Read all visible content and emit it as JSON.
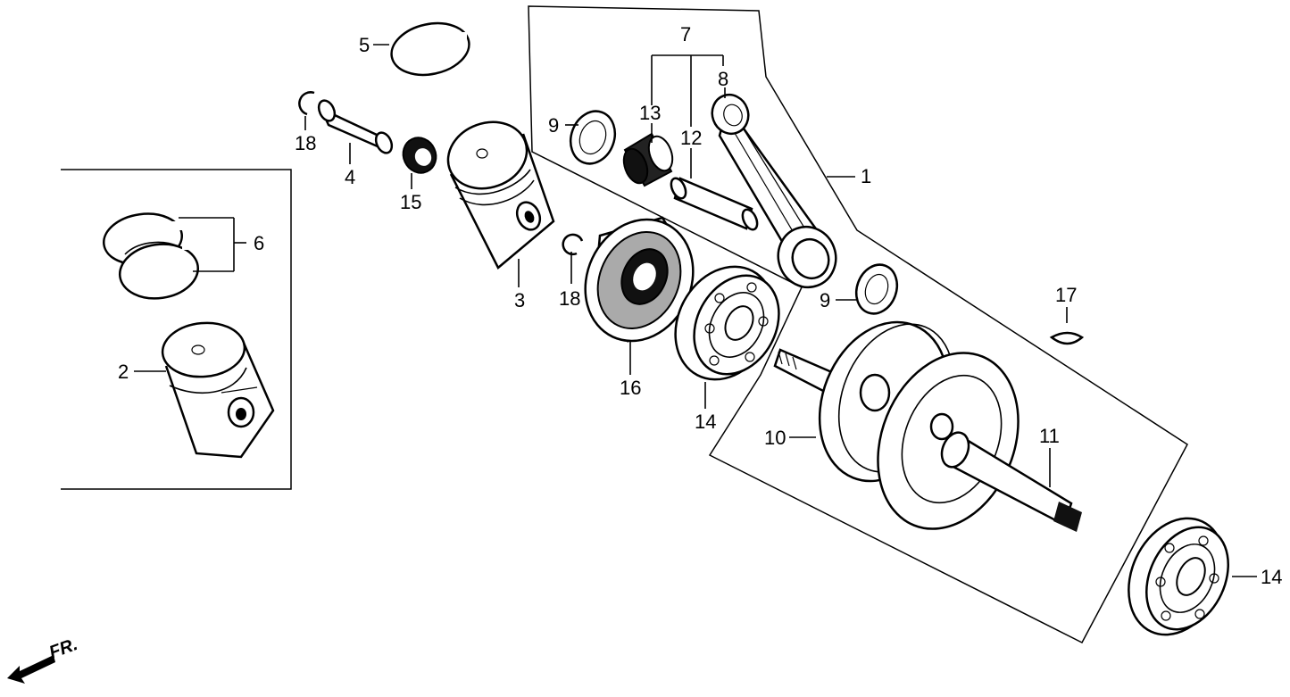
{
  "callouts": {
    "c1": "1",
    "c2": "2",
    "c3": "3",
    "c4": "4",
    "c5": "5",
    "c6": "6",
    "c7": "7",
    "c8": "8",
    "c9a": "9",
    "c9b": "9",
    "c10": "10",
    "c11": "11",
    "c12": "12",
    "c13": "13",
    "c14a": "14",
    "c14b": "14",
    "c15": "15",
    "c16": "16",
    "c17": "17",
    "c18a": "18",
    "c18b": "18"
  },
  "direction_label": "FR."
}
